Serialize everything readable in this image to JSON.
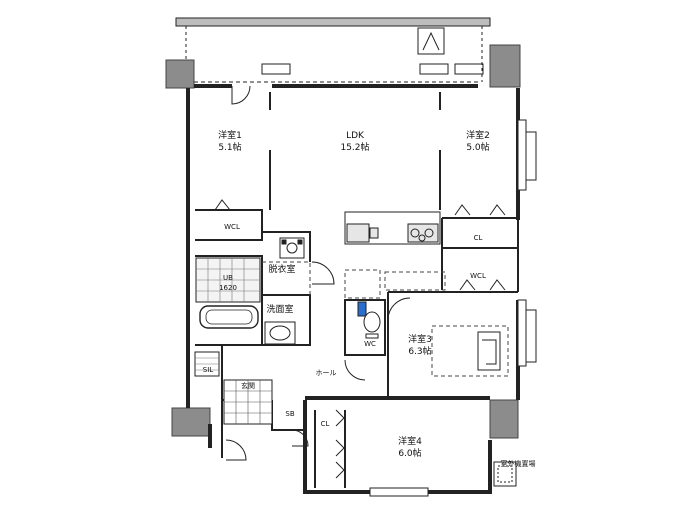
{
  "rooms": {
    "western1": {
      "name": "洋室1",
      "size": "5.1帖"
    },
    "ldk": {
      "name": "LDK",
      "size": "15.2帖"
    },
    "western2": {
      "name": "洋室2",
      "size": "5.0帖"
    },
    "western3": {
      "name": "洋室3",
      "size": "6.3帖"
    },
    "western4": {
      "name": "洋室4",
      "size": "6.0帖"
    }
  },
  "labels": {
    "wcl1": "WCL",
    "wcl2": "WCL",
    "dressing": "脱衣室",
    "washroom": "洗面室",
    "bath": "UB",
    "bath_size": "1620",
    "wc": "WC",
    "hall": "ホール",
    "sil": "SIL",
    "entrance": "玄関",
    "shoe": "SB",
    "cl_pantry": "CL",
    "cl_room4": "CL",
    "outdoor_unit": "室外機置場"
  },
  "colors": {
    "wall": "#8c8c8c",
    "line": "#222222",
    "blue": "#2a6fd0"
  }
}
